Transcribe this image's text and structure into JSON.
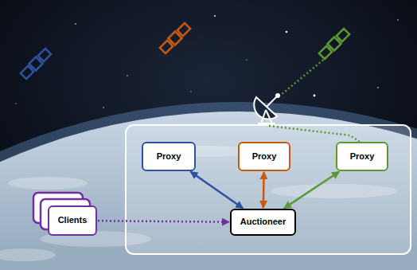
{
  "diagram": {
    "nodes": [
      {
        "text": [
          "Proxy"
        ]
      },
      {
        "text": [
          "Proxy"
        ]
      },
      {
        "text": [
          "Proxy"
        ]
      },
      {
        "text": [
          "Clients"
        ]
      },
      {
        "text": [
          "Auctioneer"
        ]
      }
    ],
    "edges": [
      {
        "from": 4,
        "to": 0,
        "arrow": "both"
      },
      {
        "from": 4,
        "to": 1,
        "arrow": "both"
      },
      {
        "from": 4,
        "to": 2,
        "arrow": "both"
      },
      {
        "from": 3,
        "to": 4,
        "arrow": "to"
      }
    ]
  }
}
